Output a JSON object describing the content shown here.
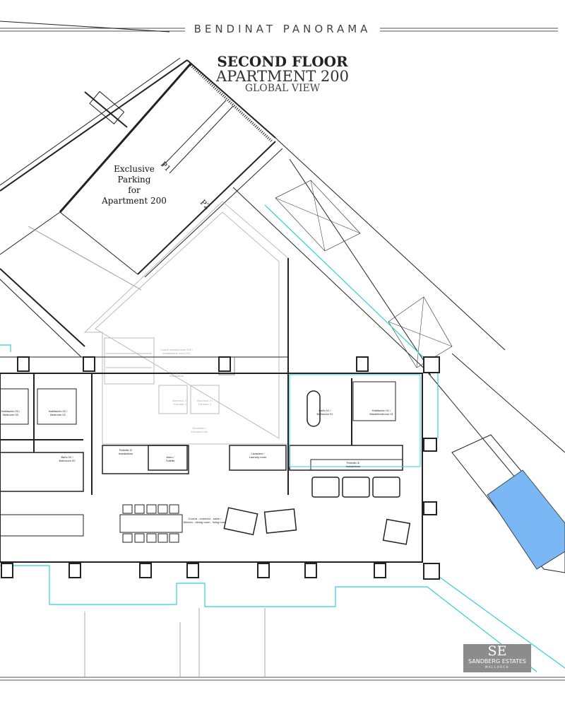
{
  "header": {
    "brand": "BENDINAT PANORAMA",
    "title": "SECOND FLOOR",
    "subtitle": "APARTMENT 200",
    "view": "GLOBAL VIEW"
  },
  "parking": {
    "lines": [
      "Exclusive",
      "Parking",
      "for",
      "Apartment 200"
    ],
    "spots": [
      "P1",
      "P2"
    ]
  },
  "rooms": {
    "bedroom3": [
      "Habitación 03 /",
      "Bedroom 03"
    ],
    "bedroom2": [
      "Habitación 02 /",
      "Bedroom 02"
    ],
    "bathroom2": [
      "Baño 02 /",
      "Bathroom 02"
    ],
    "patio2": [
      "Patinillo 2/",
      "Instalations"
    ],
    "toilet": [
      "Aseo /",
      "Toilette"
    ],
    "laundry": [
      "Lavadero /",
      "Laundry room"
    ],
    "entrance": [
      "Recibidor /",
      "Entrance hall"
    ],
    "elevator1": [
      "Ascensor 1 /",
      "Elevator 1"
    ],
    "elevator2": [
      "Ascensor 2 /",
      "Elevator 2"
    ],
    "installations": [
      "Cuarto instalaciones 200 /",
      "Installations room 200"
    ],
    "patio_el": [
      "Patinillo el /",
      "Instalations"
    ],
    "bathroom1": [
      "Baño 01 /",
      "Bathroom 01"
    ],
    "bedroom1": [
      "Habitación 01 /",
      "Masterbedroom 01"
    ],
    "patio3": [
      "Patinillo 3/",
      "Instalations"
    ],
    "living": [
      "Cocina - comedor - salón /",
      "Kitchen - dining room - living room"
    ]
  },
  "logo": {
    "initials": "SE",
    "name": "SANDBERG ESTATES",
    "location": "MALLORCA"
  },
  "colors": {
    "line": "#222222",
    "faint_line": "#bbbbbb",
    "glazing": "#2fd0dc",
    "pool": "#7ab8f5",
    "logo_bg": "#8c8c8c"
  }
}
